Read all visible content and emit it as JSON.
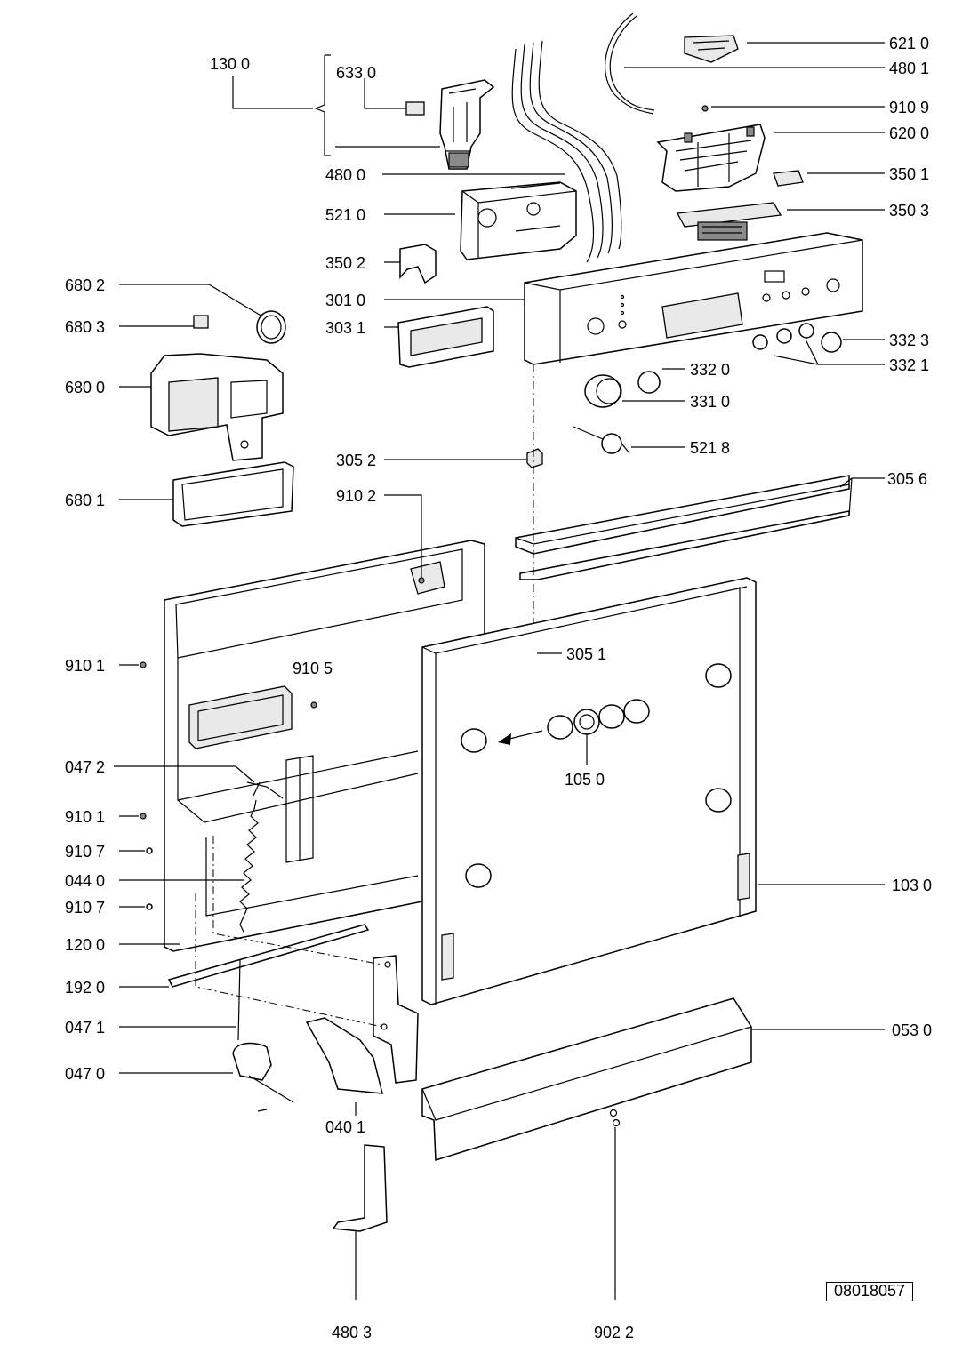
{
  "document_id": "08018057",
  "callouts": [
    {
      "id": "lbl-1300",
      "text": "130 0"
    },
    {
      "id": "lbl-6330",
      "text": "633 0"
    },
    {
      "id": "lbl-4800",
      "text": "480 0"
    },
    {
      "id": "lbl-5210",
      "text": "521 0"
    },
    {
      "id": "lbl-3502",
      "text": "350 2"
    },
    {
      "id": "lbl-3010",
      "text": "301 0"
    },
    {
      "id": "lbl-3031",
      "text": "303 1"
    },
    {
      "id": "lbl-6802",
      "text": "680 2"
    },
    {
      "id": "lbl-6803",
      "text": "680 3"
    },
    {
      "id": "lbl-6800",
      "text": "680 0"
    },
    {
      "id": "lbl-6801",
      "text": "680 1"
    },
    {
      "id": "lbl-6210",
      "text": "621 0"
    },
    {
      "id": "lbl-4801",
      "text": "480 1"
    },
    {
      "id": "lbl-9109",
      "text": "910 9"
    },
    {
      "id": "lbl-6200",
      "text": "620 0"
    },
    {
      "id": "lbl-3501",
      "text": "350 1"
    },
    {
      "id": "lbl-3503",
      "text": "350 3"
    },
    {
      "id": "lbl-3323",
      "text": "332 3"
    },
    {
      "id": "lbl-3321",
      "text": "332 1"
    },
    {
      "id": "lbl-3320",
      "text": "332 0"
    },
    {
      "id": "lbl-3310",
      "text": "331 0"
    },
    {
      "id": "lbl-5218",
      "text": "521 8"
    },
    {
      "id": "lbl-3052",
      "text": "305 2"
    },
    {
      "id": "lbl-3056",
      "text": "305 6"
    },
    {
      "id": "lbl-9102",
      "text": "910 2"
    },
    {
      "id": "lbl-9101a",
      "text": "910 1"
    },
    {
      "id": "lbl-9105",
      "text": "910 5"
    },
    {
      "id": "lbl-3051",
      "text": "305 1"
    },
    {
      "id": "lbl-1050",
      "text": "105 0"
    },
    {
      "id": "lbl-0472",
      "text": "047 2"
    },
    {
      "id": "lbl-9101b",
      "text": "910 1"
    },
    {
      "id": "lbl-9107a",
      "text": "910 7"
    },
    {
      "id": "lbl-0440",
      "text": "044 0"
    },
    {
      "id": "lbl-9107b",
      "text": "910 7"
    },
    {
      "id": "lbl-1030",
      "text": "103 0"
    },
    {
      "id": "lbl-1200",
      "text": "120 0"
    },
    {
      "id": "lbl-1920",
      "text": "192 0"
    },
    {
      "id": "lbl-0471",
      "text": "047 1"
    },
    {
      "id": "lbl-0470",
      "text": "047 0"
    },
    {
      "id": "lbl-0530",
      "text": "053 0"
    },
    {
      "id": "lbl-0401",
      "text": "040 1"
    },
    {
      "id": "lbl-4803",
      "text": "480 3"
    },
    {
      "id": "lbl-9022",
      "text": "902 2"
    }
  ]
}
